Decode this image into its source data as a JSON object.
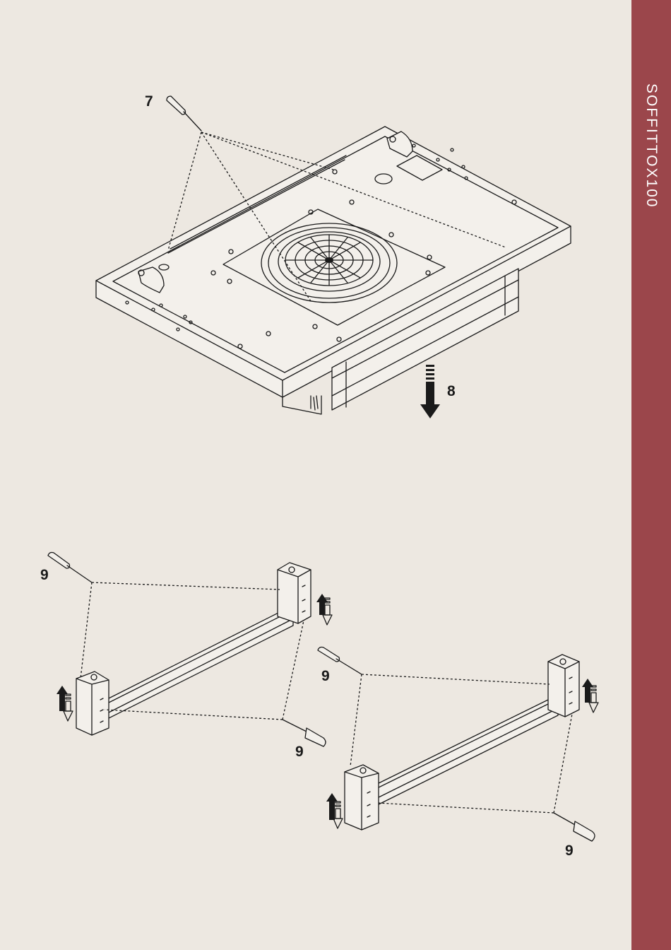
{
  "sidebar": {
    "title": "SOFFITTOX100"
  },
  "steps": {
    "screw_top": "7",
    "lower_arrow": "8",
    "left_bracket_top": "9",
    "left_bracket_bottom": "9",
    "right_bracket_top": "9",
    "right_bracket_bottom": "9"
  },
  "colors": {
    "accent": "#9b464b",
    "background": "#ede8e1",
    "line": "#1a1a1a"
  },
  "icons": [
    "screwdriver-icon",
    "down-arrow-icon",
    "up-down-arrow-icon"
  ]
}
